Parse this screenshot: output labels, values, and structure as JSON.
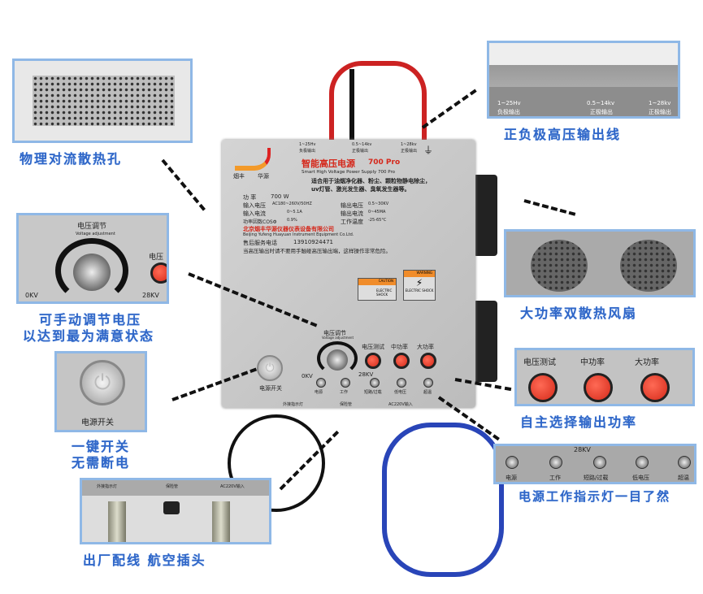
{
  "panel": {
    "brand_left": "烟丰",
    "brand_right": "华源",
    "title_cn": "智能高压电源",
    "model": "700 Pro",
    "title_en": "Smart High Voltage Power Supply 700 Pro",
    "desc1": "适合用于油烟净化器、粉尘、颗粒物静电除尘，",
    "desc2": "uv灯管、激光发生器、臭氧发生器等。",
    "outputs": [
      {
        "range": "1~25Hv",
        "label": "负极输出"
      },
      {
        "range": "0.5~14kv",
        "label": "正极输出"
      },
      {
        "range": "1~28kv",
        "label": "正极输出"
      }
    ],
    "specs": [
      {
        "k": "功  率",
        "v": "700 W"
      },
      {
        "k": "输入电压",
        "v": "AC180~260V/50HZ",
        "k2": "输出电压",
        "v2": "0.5~30KV"
      },
      {
        "k": "输入电流",
        "v": "0~5.1A",
        "k2": "输出电流",
        "v2": "0~45MA"
      },
      {
        "k": "功率因数COSΦ",
        "v": "0.9%",
        "k2": "工作温度",
        "v2": "-25-65°C"
      }
    ],
    "company_cn": "北京烟丰华源仪器仪表设备有限公司",
    "company_en": "Beijing Yufeng Huayuan Instrument Equipment Co.Ltd.",
    "service_label": "售后服务电话",
    "service_phone": "13910924471",
    "warning": "当高压输出时请不要用手触碰高压输出端，这样操作非常危险。",
    "caution": "CAUTION",
    "caution_sub": "ELECTRIC SHOCK",
    "warning_label": "WARNING",
    "warning_sub": "ELECTRIC SHOCK",
    "knob_title": "电压调节",
    "knob_en": "Voltage adjustment",
    "knob_min": "0KV",
    "knob_max": "28KV",
    "power_label": "电源开关",
    "buttons": [
      "电压测试",
      "中功率",
      "大功率"
    ],
    "leds": [
      "电源",
      "工作",
      "短路/过载",
      "低电压",
      "超温"
    ],
    "ports": [
      "外接指示灯",
      "保险管",
      "AC220V输入"
    ]
  },
  "captions": {
    "heat_holes": "物理对流散热孔",
    "hv_lines": "正负极高压输出线",
    "fans": "大功率双散热风扇",
    "voltage1": "可手动调节电压",
    "voltage2": "以达到最为满意状态",
    "power1": "一键开关",
    "power2": "无需断电",
    "select": "自主选择输出功率",
    "indicator": "电源工作指示灯一目了然",
    "wiring": "出厂配线  航空插头"
  },
  "colors": {
    "caption": "#2f66c8",
    "inset_border": "#8fb8e6",
    "button_red": "#e0321f"
  }
}
